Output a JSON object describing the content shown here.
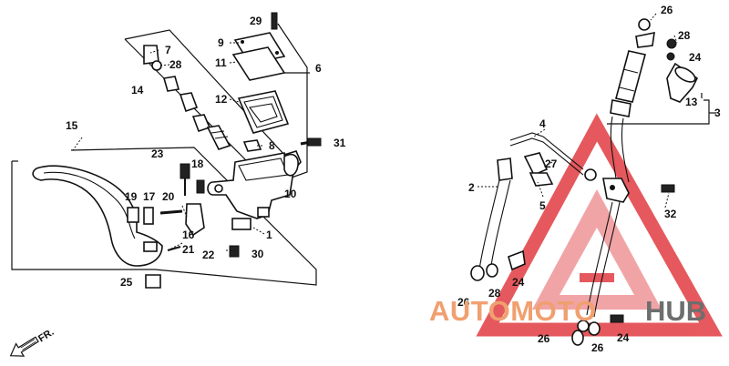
{
  "callouts": {
    "c1": "1",
    "c2": "2",
    "c3": "3",
    "c4": "4",
    "c5": "5",
    "c6": "6",
    "c7": "7",
    "c8": "8",
    "c9": "9",
    "c10": "10",
    "c11": "11",
    "c12": "12",
    "c13": "13",
    "c14": "14",
    "c15": "15",
    "c16": "16",
    "c17": "17",
    "c18": "18",
    "c19": "19",
    "c20": "20",
    "c21": "21",
    "c22": "22",
    "c23": "23",
    "c24": "24",
    "c25": "25",
    "c26": "26",
    "c27": "27",
    "c28": "28",
    "c29": "29",
    "c30": "30",
    "c31": "31",
    "c32": "32"
  },
  "direction_label": "FR.",
  "watermark": {
    "brand_part1": "AUTOMOTO",
    "brand_part2": "HUB",
    "color_primary": "#f0a070",
    "color_secondary": "#6e6e6e",
    "color_logo": "#e0343a"
  }
}
